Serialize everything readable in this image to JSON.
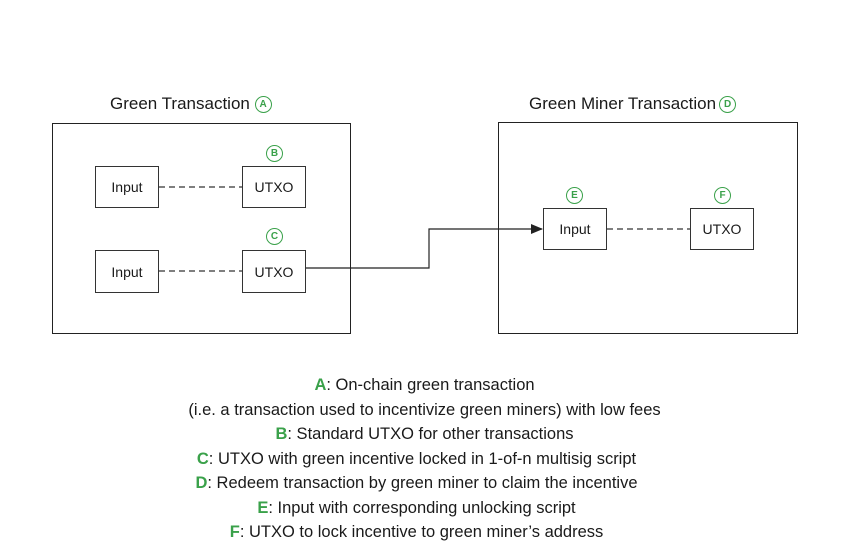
{
  "green_tx": {
    "title": "Green Transaction",
    "letter": "A"
  },
  "miner_tx": {
    "title": "Green Miner Transaction",
    "letter": "D"
  },
  "nodes": {
    "input1": "Input",
    "input2": "Input",
    "utxo_b": "UTXO",
    "utxo_c": "UTXO",
    "input_e": "Input",
    "utxo_f": "UTXO"
  },
  "badges": {
    "b": "B",
    "c": "C",
    "e": "E",
    "f": "F"
  },
  "legend": [
    {
      "key": "A",
      "text": ": On-chain green transaction"
    },
    {
      "key": "",
      "text": "(i.e. a transaction used to incentivize green miners) with low fees"
    },
    {
      "key": "B",
      "text": ": Standard UTXO for other transactions"
    },
    {
      "key": "C",
      "text": ": UTXO with green incentive locked in 1-of-n multisig script"
    },
    {
      "key": "D",
      "text": ": Redeem transaction by green miner to claim the incentive"
    },
    {
      "key": "E",
      "text": ": Input with corresponding unlocking script"
    },
    {
      "key": "F",
      "text": ": UTXO to lock incentive to green miner’s address"
    }
  ],
  "colors": {
    "accent_green": "#3aa14a",
    "line": "#222222"
  }
}
